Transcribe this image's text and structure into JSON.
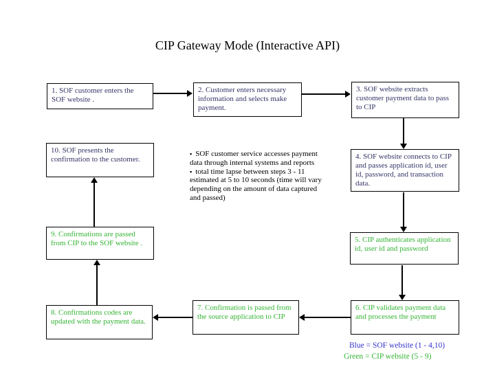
{
  "title": "CIP Gateway Mode (Interactive API)",
  "colors": {
    "sof_text": "#333366",
    "cip_text": "#33B333",
    "legend_blue": "#3333CC",
    "legend_green": "#33B333",
    "box_border": "#000000",
    "arrow": "#000000",
    "background": "#FFFFFF"
  },
  "boxes": [
    {
      "step": "1",
      "system": "sof",
      "text": "1. SOF customer enters the SOF website ."
    },
    {
      "step": "2",
      "system": "sof",
      "text": "2. Customer enters necessary information and selects make payment."
    },
    {
      "step": "3",
      "system": "sof",
      "text": "3. SOF website extracts customer payment data to pass to CIP"
    },
    {
      "step": "4",
      "system": "sof",
      "text": "4. SOF website connects to CIP and passes application id, user id, password, and transaction data."
    },
    {
      "step": "5",
      "system": "cip",
      "text": "5. CIP authenticates application id, user id and password"
    },
    {
      "step": "6",
      "system": "cip",
      "text": "6. CIP validates payment data and processes the payment"
    },
    {
      "step": "7",
      "system": "cip",
      "text": "7. Confirmation is passed from the source application to CIP"
    },
    {
      "step": "8",
      "system": "cip",
      "text": "8. Confirmations codes are updated with the payment data."
    },
    {
      "step": "9",
      "system": "cip",
      "text": "9. Confirmations are passed from CIP to the SOF website ."
    },
    {
      "step": "10",
      "system": "sof",
      "text": "10. SOF presents the confirmation to the customer."
    }
  ],
  "notes": {
    "bullet_glyph": "▪",
    "items": [
      "SOF customer service accesses payment data through internal systems and reports",
      "total time lapse between steps 3 - 11 estimated at 5 to 10 seconds (time will vary depending on the amount of data captured and  passed)"
    ]
  },
  "legend": {
    "blue": "Blue = SOF website (1 - 4,10)",
    "green": "Green = CIP website (5 - 9)"
  }
}
